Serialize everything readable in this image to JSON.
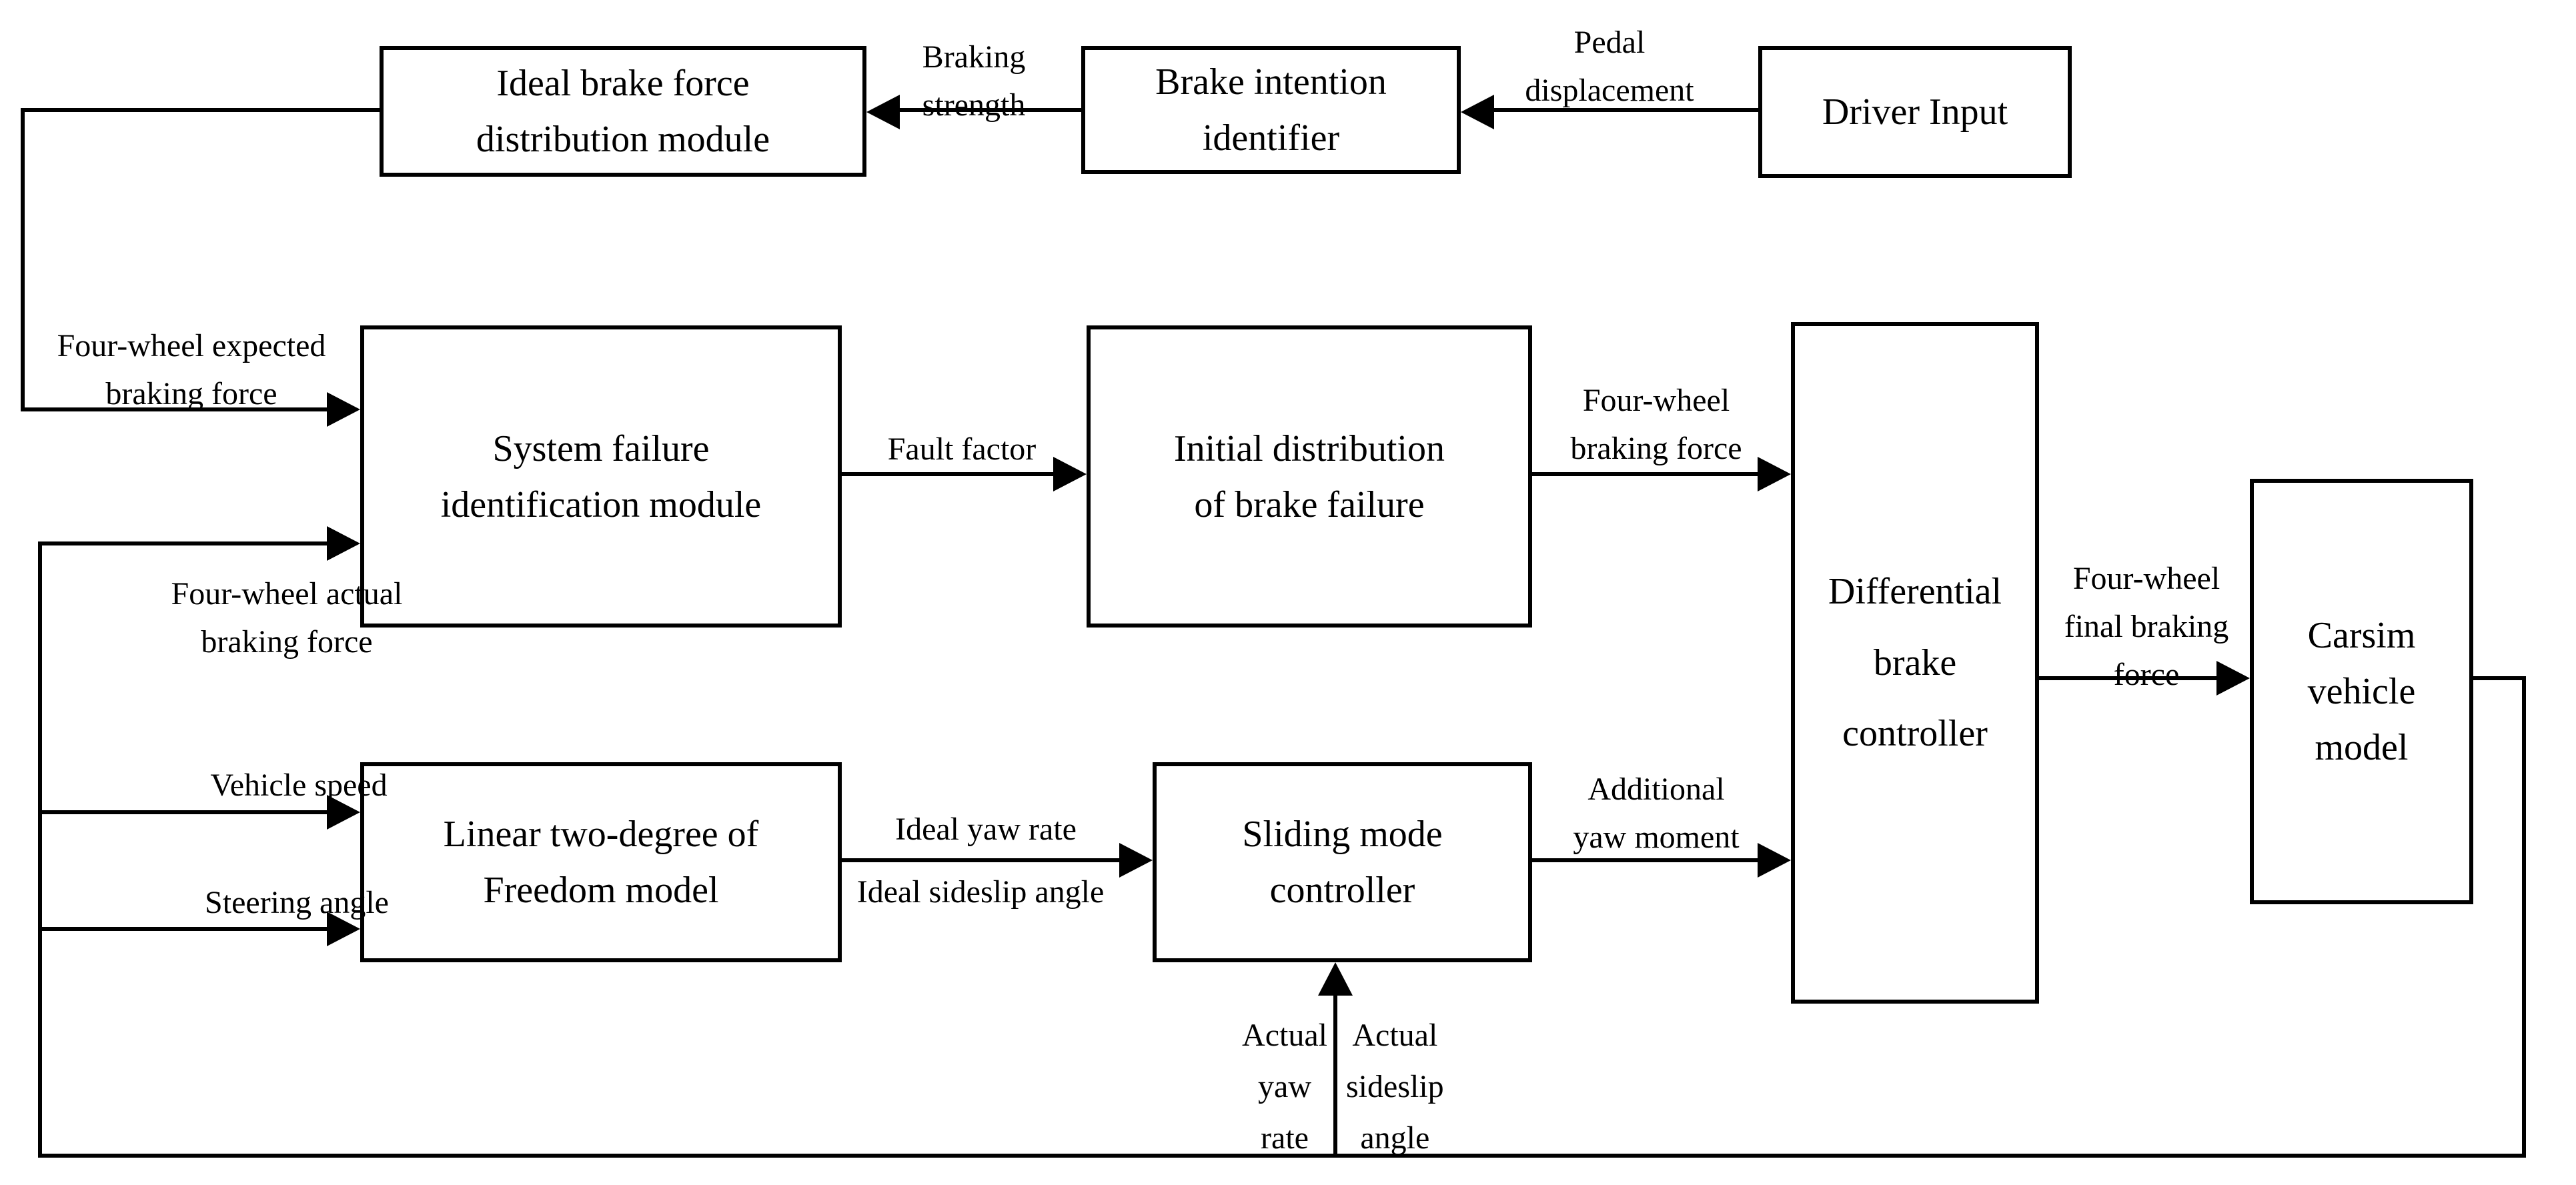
{
  "diagram": {
    "title": "Differential brake control system block diagram",
    "colors": {
      "background": "#ffffff",
      "line": "#000000",
      "text": "#000000"
    },
    "boxes": {
      "ideal_brake": {
        "label": "Ideal brake force\ndistribution module"
      },
      "brake_intention": {
        "label": "Brake intention\nidentifier"
      },
      "driver_input": {
        "label": "Driver Input"
      },
      "system_failure": {
        "label": "System failure\nidentification module"
      },
      "initial_distribution": {
        "label": "Initial distribution\nof brake failure"
      },
      "differential_brake": {
        "label": "Differential\nbrake\ncontroller"
      },
      "carsim": {
        "label": "Carsim\nvehicle\nmodel"
      },
      "linear_model": {
        "label": "Linear two-degree of\nFreedom model"
      },
      "sliding_mode": {
        "label": "Sliding mode\ncontroller"
      }
    },
    "edge_labels": {
      "braking_strength": {
        "text": "Braking\nstrength"
      },
      "pedal_displacement": {
        "text": "Pedal\ndisplacement"
      },
      "four_wheel_expected": {
        "text": "Four-wheel expected\nbraking force"
      },
      "four_wheel_actual": {
        "text": "Four-wheel actual\nbraking force"
      },
      "vehicle_speed": {
        "text": "Vehicle speed"
      },
      "steering_angle": {
        "text": "Steering angle"
      },
      "fault_factor": {
        "text": "Fault factor"
      },
      "four_wheel_braking": {
        "text": "Four-wheel\nbraking force"
      },
      "ideal_yaw_rate": {
        "text": "Ideal yaw rate"
      },
      "ideal_sideslip_angle": {
        "text": "Ideal sideslip angle"
      },
      "additional_yaw_moment": {
        "text": "Additional\nyaw moment"
      },
      "four_wheel_final": {
        "text": "Four-wheel\nfinal braking\nforce"
      },
      "actual_yaw_rate": {
        "text": "Actual\nyaw\nrate"
      },
      "actual_sideslip_angle": {
        "text": "Actual\nsideslip\nangle"
      }
    }
  }
}
